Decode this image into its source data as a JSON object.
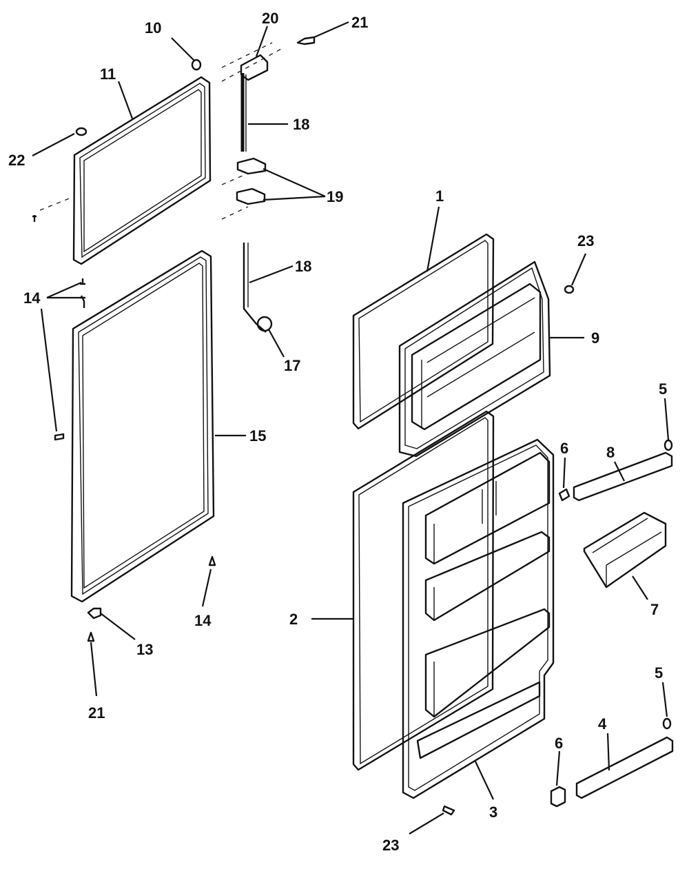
{
  "callouts": {
    "c10": "10",
    "c20": "20",
    "c21_top": "21",
    "c11": "11",
    "c18_top": "18",
    "c22": "22",
    "c19": "19",
    "c1": "1",
    "c23_top": "23",
    "c18_mid": "18",
    "c14_left": "14",
    "c9": "9",
    "c17": "17",
    "c5_top": "5",
    "c15": "15",
    "c6_top": "6",
    "c8": "8",
    "c7": "7",
    "c14_bottom": "14",
    "c2": "2",
    "c13": "13",
    "c21_bottom": "21",
    "c5_bottom": "5",
    "c4": "4",
    "c6_bottom": "6",
    "c3": "3",
    "c23_bottom": "23"
  }
}
